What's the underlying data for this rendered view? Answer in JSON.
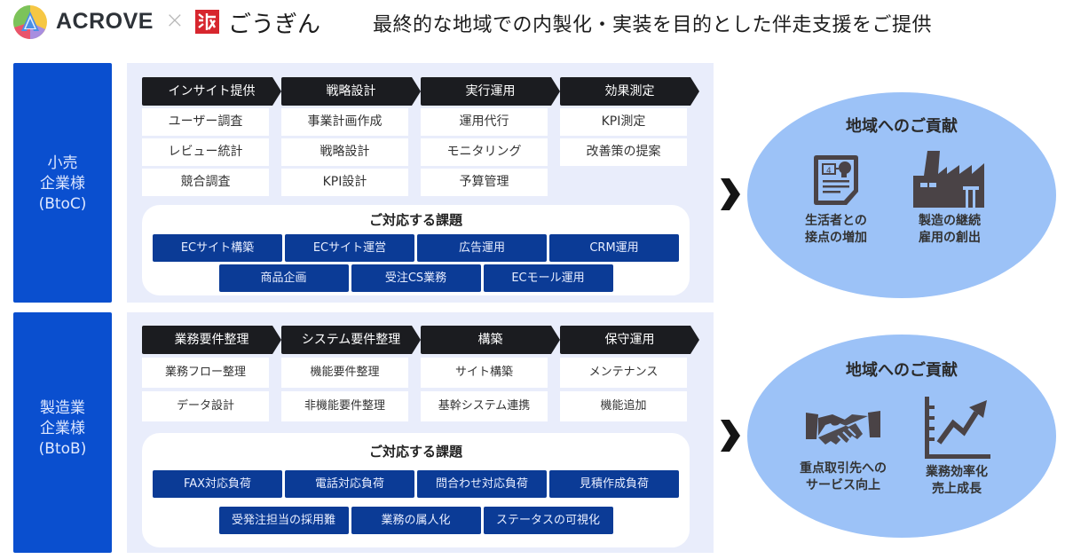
{
  "header": {
    "brand_left": "ACROVE",
    "brand_separator": "×",
    "brand_right": "ごうぎん",
    "headline": "最終的な地域での内製化・実装を目的とした伴走支援をご提供"
  },
  "rows": [
    {
      "segment": {
        "line1": "小売",
        "line2": "企業様",
        "line3": "(BtoC)"
      },
      "steps": [
        {
          "label": "インサイト提供",
          "items": [
            "ユーザー調査",
            "レビュー統計",
            "競合調査"
          ]
        },
        {
          "label": "戦略設計",
          "items": [
            "事業計画作成",
            "戦略設計",
            "KPI設計"
          ]
        },
        {
          "label": "実行運用",
          "items": [
            "運用代行",
            "モニタリング",
            "予算管理"
          ]
        },
        {
          "label": "効果測定",
          "items": [
            "KPI測定",
            "改善策の提案"
          ]
        }
      ],
      "issues": {
        "title": "ご対応する課題",
        "row1": [
          "ECサイト構築",
          "ECサイト運営",
          "広告運用",
          "CRM運用"
        ],
        "row2": [
          "商品企画",
          "受注CS業務",
          "ECモール運用"
        ]
      },
      "contribution": {
        "title": "地域へのご貢献",
        "items": [
          {
            "icon": "consumer-document-icon",
            "line1": "生活者との",
            "line2": "接点の増加"
          },
          {
            "icon": "factory-icon",
            "line1": "製造の継続",
            "line2": "雇用の創出"
          }
        ]
      }
    },
    {
      "segment": {
        "line1": "製造業",
        "line2": "企業様",
        "line3": "(BtoB)"
      },
      "steps": [
        {
          "label": "業務要件整理",
          "items": [
            "業務フロー整理",
            "データ設計"
          ]
        },
        {
          "label": "システム要件整理",
          "items": [
            "機能要件整理",
            "非機能要件整理"
          ]
        },
        {
          "label": "構築",
          "items": [
            "サイト構築",
            "基幹システム連携"
          ]
        },
        {
          "label": "保守運用",
          "items": [
            "メンテナンス",
            "機能追加"
          ]
        }
      ],
      "issues": {
        "title": "ご対応する課題",
        "row1": [
          "FAX対応負荷",
          "電話対応負荷",
          "問合わせ対応負荷",
          "見積作成負荷"
        ],
        "row2": [
          "受発注担当の採用難",
          "業務の属人化",
          "ステータスの可視化"
        ]
      },
      "contribution": {
        "title": "地域へのご貢献",
        "items": [
          {
            "icon": "handshake-icon",
            "line1": "重点取引先への",
            "line2": "サービス向上"
          },
          {
            "icon": "growth-chart-icon",
            "line1": "業務効率化",
            "line2": "売上成長"
          }
        ]
      }
    }
  ],
  "colors": {
    "segment_blue": "#0a4fcf",
    "chip_navy": "#0b3b96",
    "step_header": "#1b1c20",
    "panel_bg": "#e9edfb",
    "ellipse_bg": "#9cc2f7",
    "gougin_red": "#d7262e"
  }
}
